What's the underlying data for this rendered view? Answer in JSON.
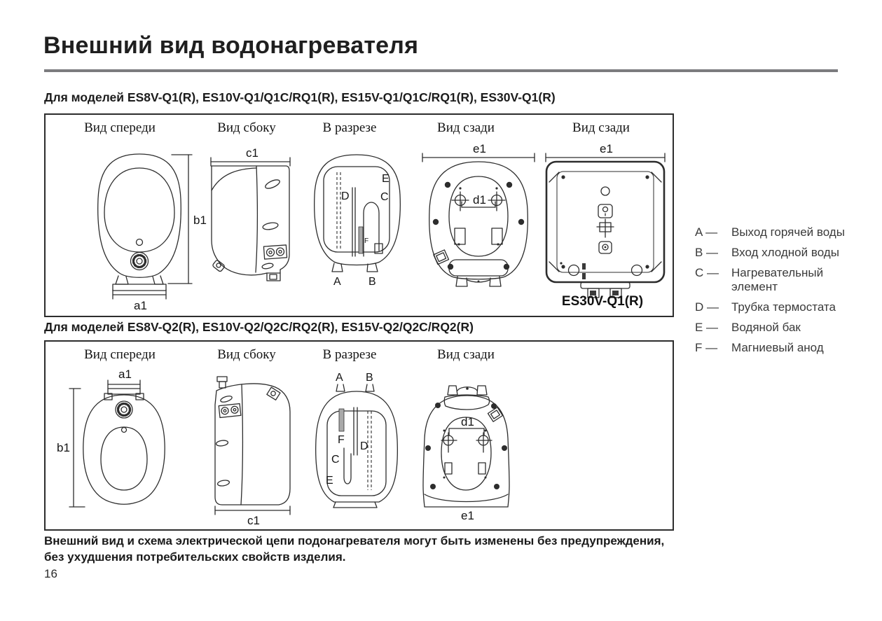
{
  "page": {
    "title": "Внешний вид водонагревателя",
    "footer_line1": "Внешний вид и схема электрической цепи подонагревателя могут быть изменены без предупреждения,",
    "footer_line2": "без ухудшения потребительских свойств изделия.",
    "page_number": "16"
  },
  "section1": {
    "heading": "Для моделей ES8V-Q1(R), ES10V-Q1/Q1C/RQ1(R), ES15V-Q1/Q1C/RQ1(R), ES30V-Q1(R)",
    "views": [
      "Вид спереди",
      "Вид сбоку",
      "В разрезе",
      "Вид сзади",
      "Вид сзади"
    ],
    "model_label": "ES30V-Q1(R)"
  },
  "section2": {
    "heading": "Для моделей ES8V-Q2(R), ES10V-Q2/Q2C/RQ2(R), ES15V-Q2/Q2C/RQ2(R)",
    "views": [
      "Вид спереди",
      "Вид сбоку",
      "В разрезе",
      "Вид сзади"
    ]
  },
  "dims": {
    "a1": "a1",
    "b1": "b1",
    "c1": "c1",
    "d1": "d1",
    "e1": "e1"
  },
  "parts": {
    "A": "A",
    "B": "B",
    "C": "C",
    "D": "D",
    "E": "E",
    "F": "F"
  },
  "legend": [
    {
      "key": "A —",
      "text": "Выход горячей воды"
    },
    {
      "key": "B —",
      "text": "Вход хлодной воды"
    },
    {
      "key": "C —",
      "text": "Нагревательный элемент"
    },
    {
      "key": "D —",
      "text": "Трубка термостата"
    },
    {
      "key": "E —",
      "text": "Водяной бак"
    },
    {
      "key": "F —",
      "text": "Магниевый анод"
    }
  ],
  "colors": {
    "line": "#2d2d2d",
    "rule": "#7b7b7e",
    "text": "#1c1c1c"
  }
}
